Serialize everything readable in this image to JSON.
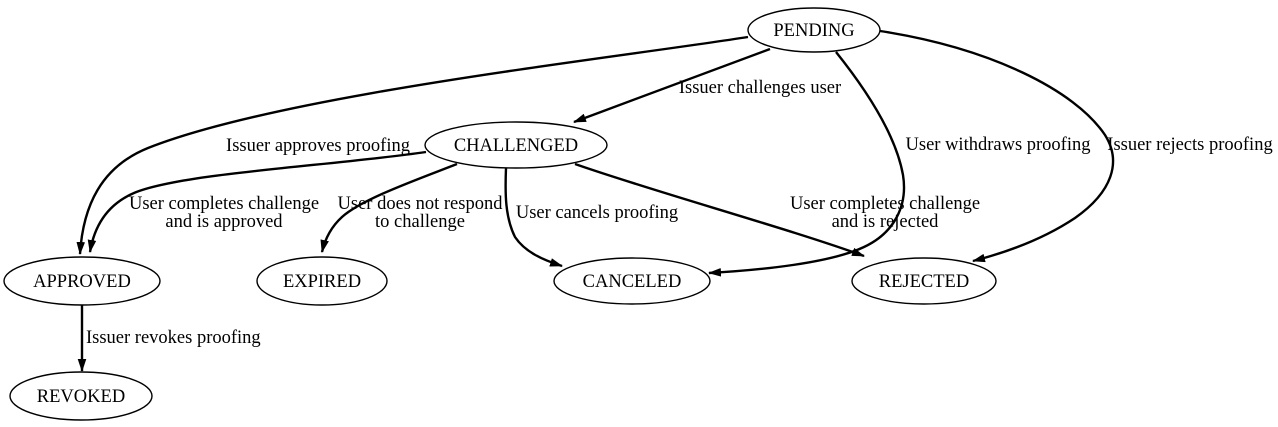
{
  "diagram": {
    "type": "state-machine-graph",
    "background_color": "#ffffff",
    "node_fill_color": "#ffffff",
    "line_color": "#000000",
    "text_color": "#000000",
    "nodes": [
      {
        "id": "PENDING",
        "label": "PENDING"
      },
      {
        "id": "CHALLENGED",
        "label": "CHALLENGED"
      },
      {
        "id": "APPROVED",
        "label": "APPROVED"
      },
      {
        "id": "EXPIRED",
        "label": "EXPIRED"
      },
      {
        "id": "CANCELED",
        "label": "CANCELED"
      },
      {
        "id": "REJECTED",
        "label": "REJECTED"
      },
      {
        "id": "REVOKED",
        "label": "REVOKED"
      }
    ],
    "edges": [
      {
        "from": "PENDING",
        "to": "CHALLENGED",
        "label": "Issuer challenges user"
      },
      {
        "from": "PENDING",
        "to": "APPROVED",
        "label": "Issuer approves proofing"
      },
      {
        "from": "CHALLENGED",
        "to": "APPROVED",
        "label": "User completes challenge\nand is approved"
      },
      {
        "from": "CHALLENGED",
        "to": "EXPIRED",
        "label": "User does not respond\nto challenge"
      },
      {
        "from": "CHALLENGED",
        "to": "CANCELED",
        "label": "User cancels proofing"
      },
      {
        "from": "PENDING",
        "to": "CANCELED",
        "label": "User withdraws proofing"
      },
      {
        "from": "CHALLENGED",
        "to": "REJECTED",
        "label": "User completes challenge\nand is rejected"
      },
      {
        "from": "PENDING",
        "to": "REJECTED",
        "label": "Issuer rejects proofing"
      },
      {
        "from": "APPROVED",
        "to": "REVOKED",
        "label": "Issuer revokes proofing"
      }
    ]
  }
}
